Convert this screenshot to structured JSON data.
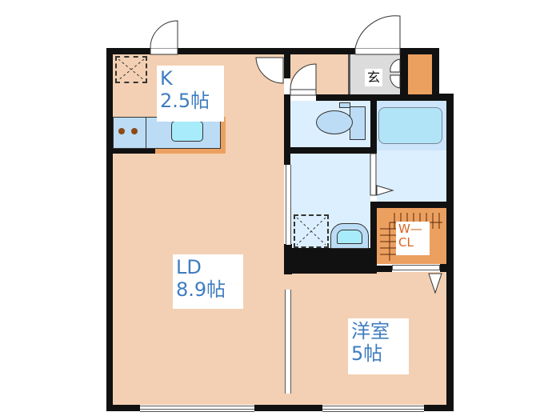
{
  "floor_plan": {
    "rooms": {
      "kitchen": {
        "name": "K",
        "area": "2.5帖"
      },
      "living_dining": {
        "name": "LD",
        "area": "8.9帖"
      },
      "western_room": {
        "name": "洋室",
        "area": "5帖"
      },
      "entrance": {
        "name": "玄"
      },
      "walk_in_closet": {
        "line1": "W—",
        "line2": "CL"
      }
    },
    "colors": {
      "wall": "#111111",
      "floor_wood": "#f3d0b3",
      "wet_area": "#dcefff",
      "fixture_blue": "#bcdcf5",
      "basin": "#a8ecfb",
      "entrance_tile": "#dcdcdc",
      "storage_orange": "#eca060",
      "label_text": "#3f7dc0",
      "wcl_text": "#d9641e"
    }
  }
}
